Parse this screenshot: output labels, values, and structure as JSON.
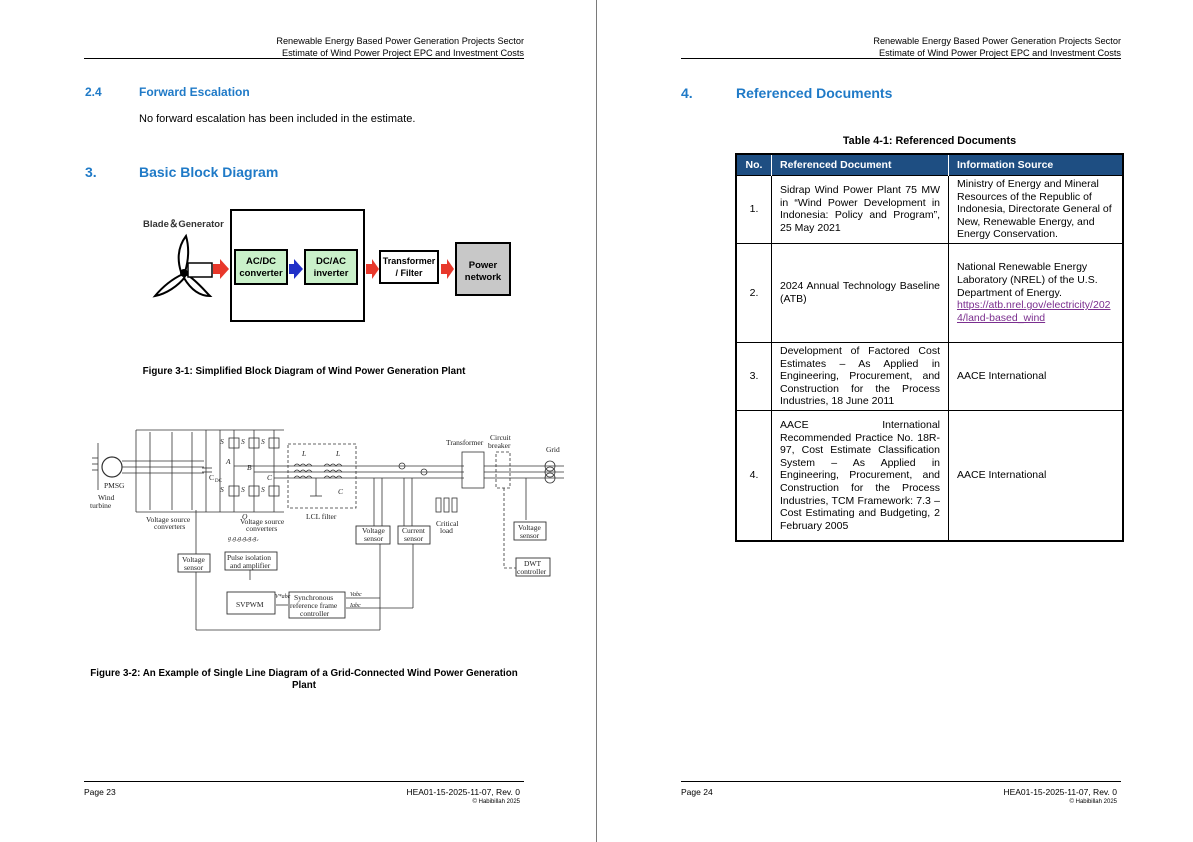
{
  "header": {
    "line1": "Renewable Energy Based Power Generation Projects Sector",
    "line2": "Estimate of Wind Power Project EPC and Investment Costs"
  },
  "page_left": {
    "section_2_4": {
      "num": "2.4",
      "title": "Forward Escalation",
      "text": "No forward escalation has been included in the estimate."
    },
    "section_3": {
      "num": "3.",
      "title": "Basic Block Diagram"
    },
    "block_diagram": {
      "blade_generator": "Blade＆Generator",
      "acdc_1": "AC/DC",
      "acdc_2": "converter",
      "dcac_1": "DC/AC",
      "dcac_2": "inverter",
      "transformer_1": "Transformer",
      "transformer_2": "/ Filter",
      "power_1": "Power",
      "power_2": "network"
    },
    "figure_3_1_caption": "Figure 3-1: Simplified Block Diagram of Wind Power Generation Plant",
    "sld": {
      "pmsg": "PMSG",
      "wind_turbine_1": "Wind",
      "wind_turbine_2": "turbine",
      "cdc": "C",
      "cdc_sub": "DC",
      "vsc_left_1": "Voltage source",
      "vsc_left_2": "converters",
      "vsc_right_1": "Voltage source",
      "vsc_right_2": "converters",
      "s1": "S",
      "s3": "S",
      "s5": "S",
      "s2": "S",
      "s4": "S",
      "s6": "S",
      "node_a": "A",
      "node_b": "B",
      "node_c": "C",
      "node_o": "O",
      "l1": "L",
      "l2": "L",
      "lcl_c": "C",
      "lcl_filter": "LCL filter",
      "transformer": "Transformer",
      "circuit_breaker_1": "Circuit",
      "circuit_breaker_2": "breaker",
      "grid": "Grid",
      "voltage_sensor_1a": "Voltage",
      "voltage_sensor_1b": "sensor",
      "current_sensor_a": "Current",
      "current_sensor_b": "sensor",
      "critical_load_1": "Critical",
      "critical_load_2": "load",
      "voltage_sensor_2a": "Voltage",
      "voltage_sensor_2b": "sensor",
      "voltage_sensor_3a": "Voltage",
      "voltage_sensor_3b": "sensor",
      "dwt_1": "DWT",
      "dwt_2": "controller",
      "pulse_1": "Pulse isolation",
      "pulse_2": "and amplifier",
      "gate_signals": "g₁g₄g₃g₆g₅g₂",
      "svpwm": "SVPWM",
      "srf_1": "Synchronous",
      "srf_2": "reference frame",
      "srf_3": "controller",
      "v_abc_star": "V*abc",
      "v_abc": "Vabc",
      "i_abc": "Iabc"
    },
    "figure_3_2_caption_1": "Figure 3-2: An Example of Single Line Diagram of a Grid-Connected Wind Power Generation",
    "figure_3_2_caption_2": "Plant",
    "footer_page": "Page 23"
  },
  "page_right": {
    "section_4": {
      "num": "4.",
      "title": "Referenced Documents"
    },
    "table_title": "Table 4-1: Referenced Documents",
    "table": {
      "headers": [
        "No.",
        "Referenced Document",
        "Information Source"
      ],
      "rows": [
        {
          "no": "1.",
          "doc": "Sidrap Wind Power Plant 75 MW in “Wind Power Development in Indonesia: Policy and Program”, 25 May 2021",
          "source": "Ministry of Energy and Mineral Resources of the Republic of Indonesia, Directorate General of New, Renewable Energy, and Energy Conservation."
        },
        {
          "no": "2.",
          "doc": "2024 Annual Technology Baseline (ATB)",
          "source": "National Renewable Energy Laboratory (NREL) of the U.S. Department of Energy.",
          "link": "https://atb.nrel.gov/electricity/2024/land-based_wind"
        },
        {
          "no": "3.",
          "doc": "Development of Factored Cost Estimates – As Applied in Engineering, Procurement, and Construction for the Process Industries, 18 June 2011",
          "source": "AACE International"
        },
        {
          "no": "4.",
          "doc": "AACE International Recommended Practice No. 18R-97, Cost Estimate Classification System – As Applied in Engineering, Procurement, and Construction for the Process Industries, TCM Framework: 7.3 – Cost Estimating and Budgeting, 2 February 2005",
          "source": "AACE International"
        }
      ]
    },
    "footer_page": "Page 24"
  },
  "footer": {
    "doc_ref": "HEA01-15-2025-11-07, Rev. 0",
    "copyright": "© Habibillah 2025"
  },
  "colors": {
    "heading": "#1f7ac7",
    "table_header": "#1e4e82",
    "link": "#7a2e8e"
  }
}
